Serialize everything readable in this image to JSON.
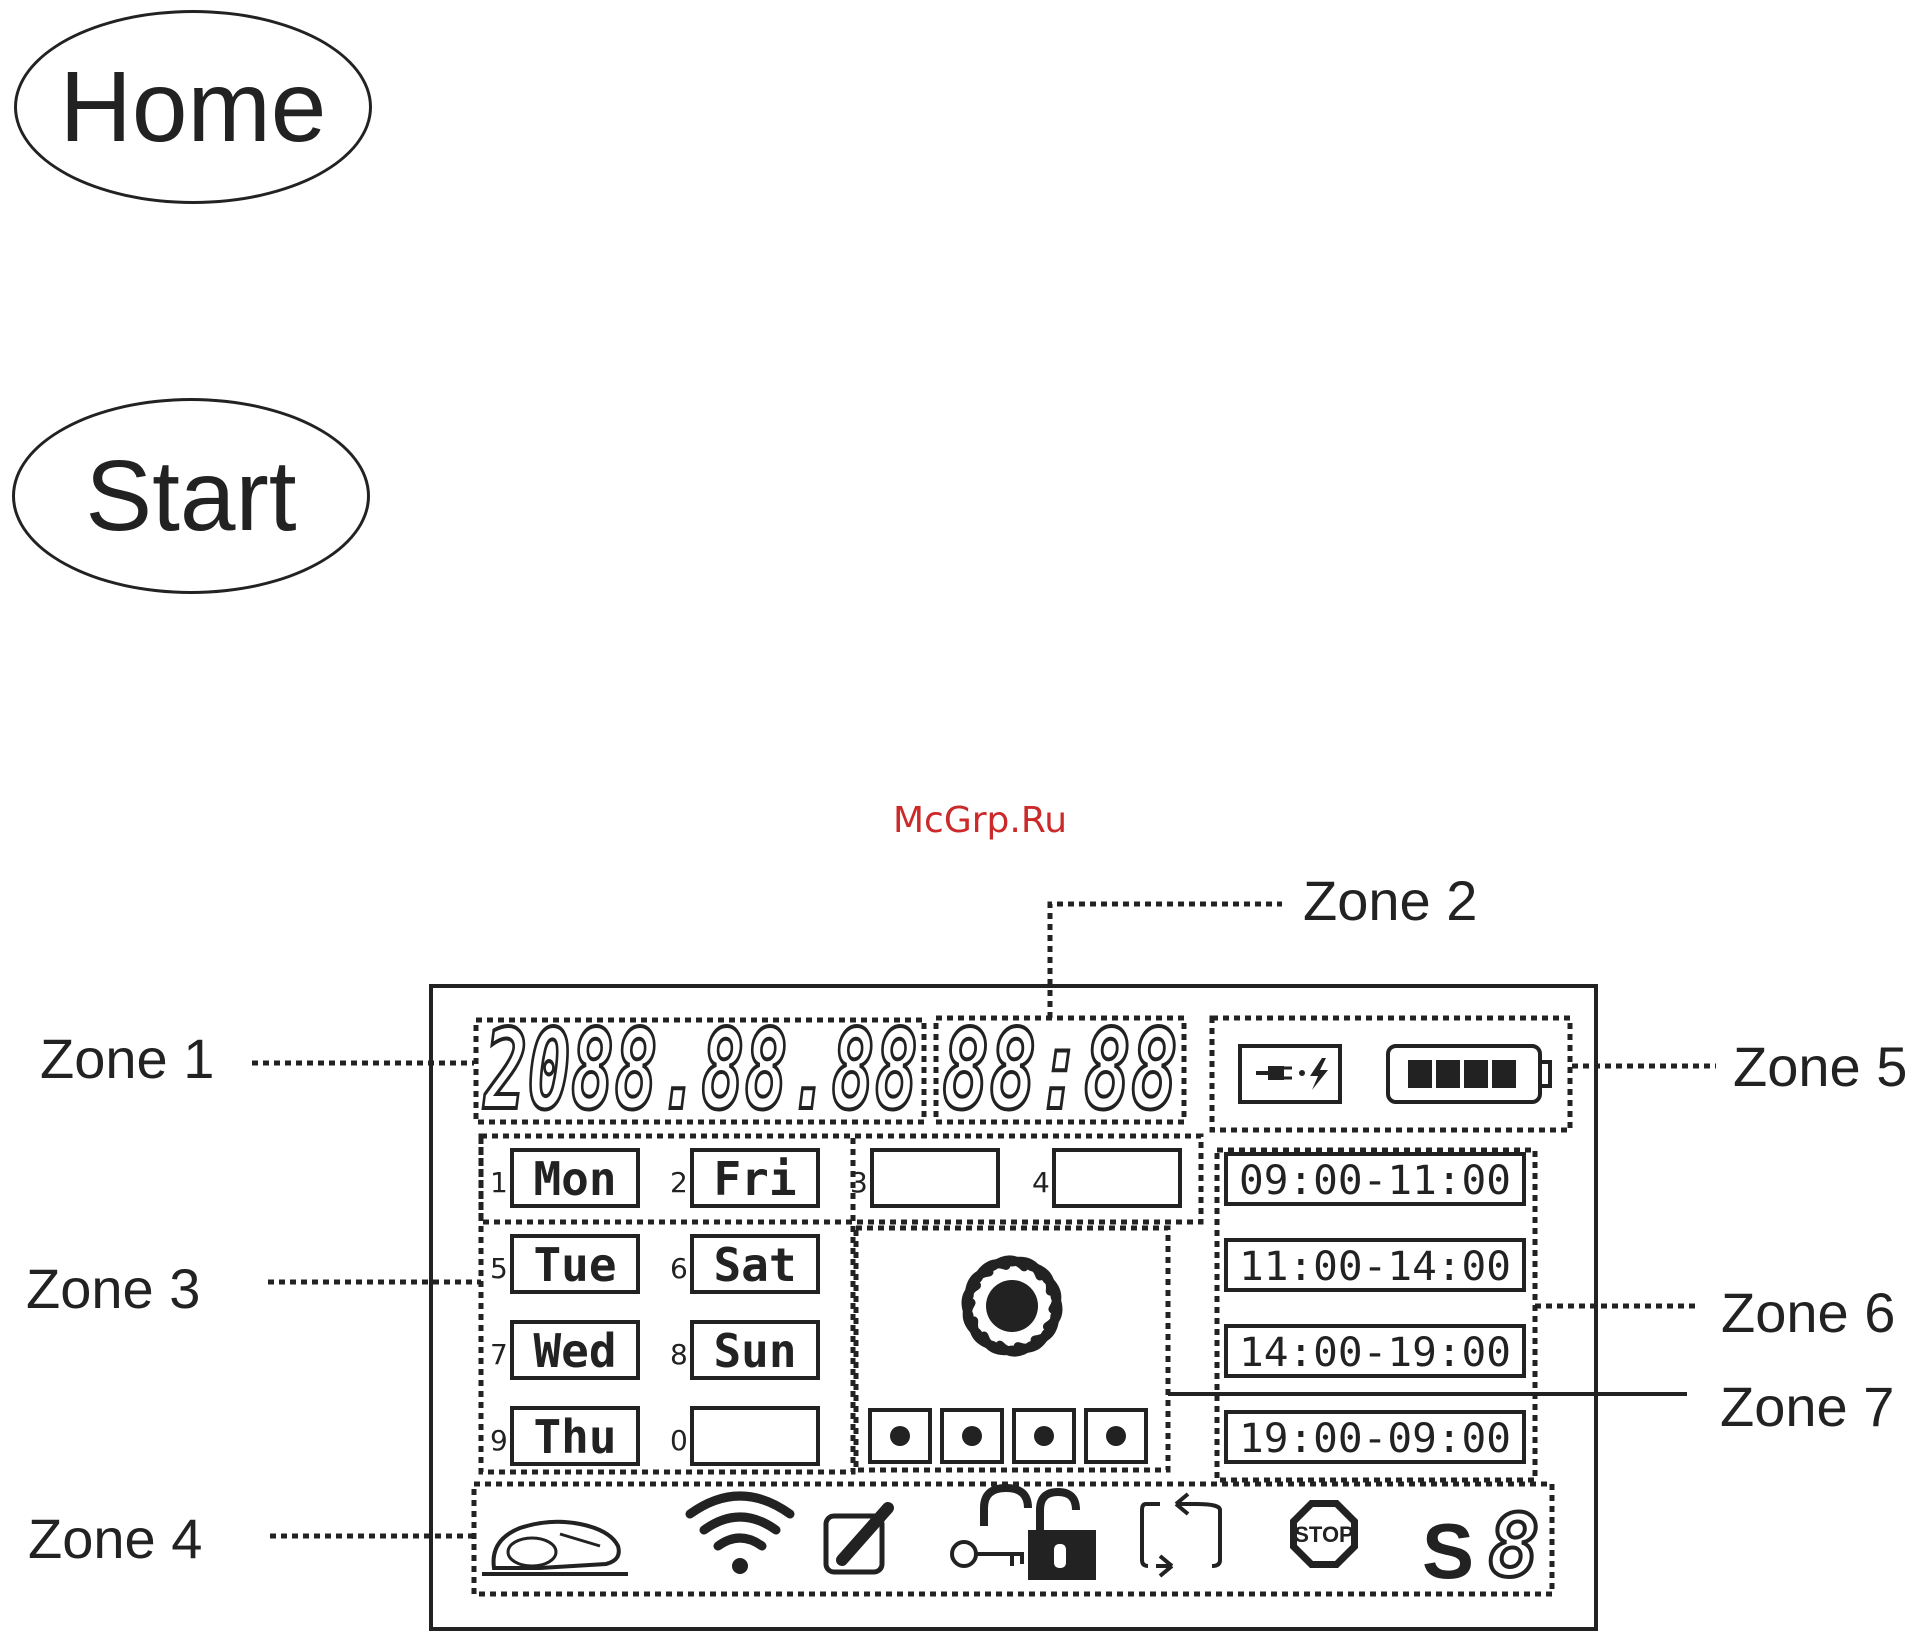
{
  "buttons": {
    "home": "Home",
    "start": "Start"
  },
  "watermark": "McGrp.Ru",
  "zones": {
    "zone1": "Zone 1",
    "zone2": "Zone 2",
    "zone3": "Zone 3",
    "zone4": "Zone 4",
    "zone5": "Zone 5",
    "zone6": "Zone 6",
    "zone7": "Zone 7"
  },
  "display": {
    "date": "2088.88.88",
    "time": "88:88",
    "days": [
      {
        "num": "1",
        "label": "Mon"
      },
      {
        "num": "2",
        "label": "Fri"
      },
      {
        "num": "3",
        "label": ""
      },
      {
        "num": "4",
        "label": ""
      },
      {
        "num": "5",
        "label": "Tue"
      },
      {
        "num": "6",
        "label": "Sat"
      },
      {
        "num": "7",
        "label": "Wed"
      },
      {
        "num": "8",
        "label": "Sun"
      },
      {
        "num": "9",
        "label": "Thu"
      },
      {
        "num": "0",
        "label": ""
      }
    ],
    "time_slots": [
      "09:00-11:00",
      "11:00-14:00",
      "14:00-19:00",
      "19:00-09:00"
    ],
    "stop_text": "STOP",
    "speed_letter": "S",
    "speed_digit": "8"
  },
  "icons": [
    "plug-icon",
    "charge-bolt-icon",
    "battery-icon",
    "fan-icon",
    "mower-icon",
    "wifi-icon",
    "edit-icon",
    "key-icon",
    "unlock-icon",
    "repeat-icon",
    "stop-icon"
  ]
}
